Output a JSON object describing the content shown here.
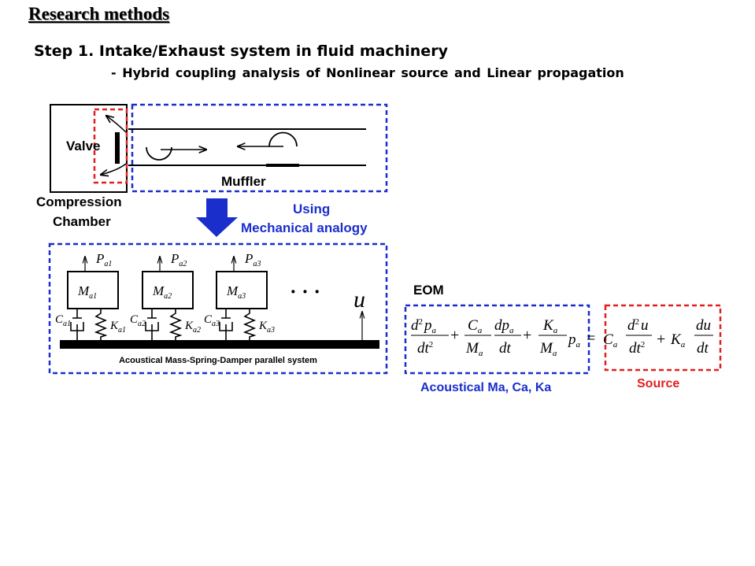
{
  "title": "Research  methods",
  "step": "Step 1. Intake/Exhaust system in fluid machinery",
  "subtitle": "- Hybrid  coupling  analysis  of  Nonlinear  source  and  Linear  propagation",
  "diagram": {
    "valve_label": "Valve",
    "muffler_label": "Muffler",
    "chamber_label_line1": "Compression",
    "chamber_label_line2": "Chamber",
    "analogy_line1": "Using",
    "analogy_line2": "Mechanical analogy",
    "system_caption": "Acoustical Mass-Spring-Damper parallel system",
    "dots": "· · ·",
    "input_label": "u",
    "masses": [
      {
        "p": "P",
        "p_sub": "a1",
        "m": "M",
        "m_sub": "a1",
        "c": "C",
        "c_sub": "a1",
        "k": "K",
        "k_sub": "a1"
      },
      {
        "p": "P",
        "p_sub": "a2",
        "m": "M",
        "m_sub": "a2",
        "c": "C",
        "c_sub": "a2",
        "k": "K",
        "k_sub": "a2"
      },
      {
        "p": "P",
        "p_sub": "a3",
        "m": "M",
        "m_sub": "a3",
        "c": "C",
        "c_sub": "a3",
        "k": "K",
        "k_sub": "a3"
      }
    ]
  },
  "eom": {
    "label": "EOM",
    "acoustical_label": "Acoustical Ma, Ca, Ka",
    "source_label": "Source"
  },
  "colors": {
    "blue_dash": "#1a2ecc",
    "red_dash": "#e02020",
    "arrow_blue": "#1a2ecc"
  }
}
